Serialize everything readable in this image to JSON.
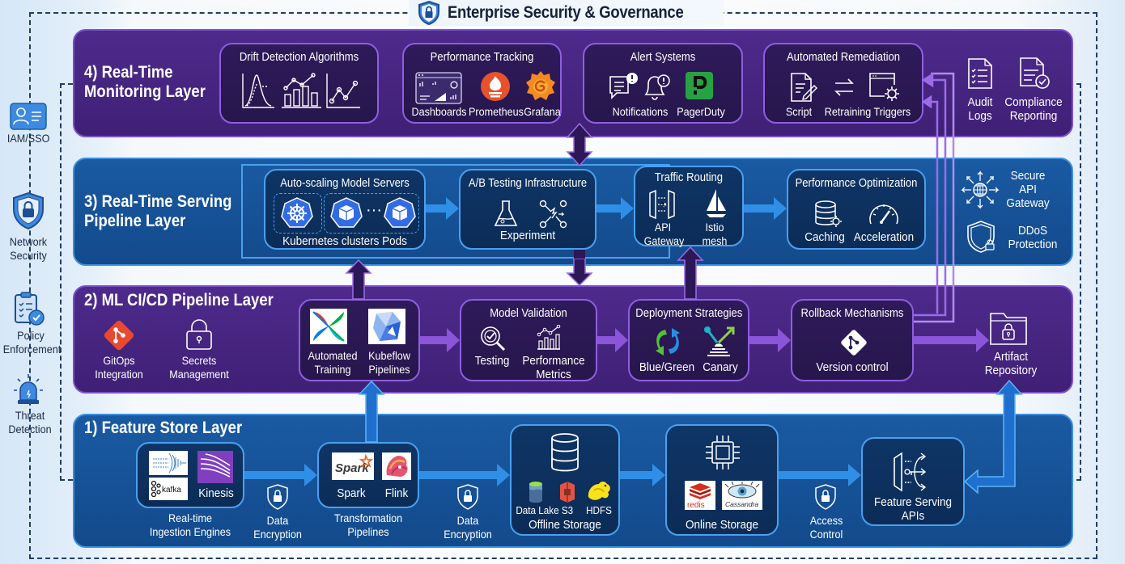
{
  "title": "Enterprise Security & Governance",
  "colors": {
    "purple_layer": "#4e2a8c",
    "blue_layer": "#1a5aa2",
    "arrow_blue": "#2f8fe6",
    "arrow_purple": "#8a55d8",
    "dashed_frame": "#1f3d66"
  },
  "left_sidebar": [
    {
      "icon": "iam-badge-icon",
      "label": "IAM/SSO"
    },
    {
      "icon": "shield-lock-icon",
      "label_line1": "Network",
      "label_line2": "Security"
    },
    {
      "icon": "clipboard-check-icon",
      "label_line1": "Policy",
      "label_line2": "Enforcement"
    },
    {
      "icon": "alarm-siren-icon",
      "label_line1": "Threat",
      "label_line2": "Detection"
    }
  ],
  "layers": {
    "monitoring": {
      "title_line1": "4) Real-Time",
      "title_line2": "Monitoring Layer",
      "boxes": {
        "drift": {
          "title": "Drift Detection Algorithms"
        },
        "performance": {
          "title": "Performance Tracking",
          "items": [
            "Dashboards",
            "Prometheus",
            "Grafana"
          ]
        },
        "alerts": {
          "title": "Alert Systems",
          "items": [
            "Notifications",
            "PagerDuty"
          ]
        },
        "remediation": {
          "title": "Automated Remediation",
          "items": [
            "Script",
            "Retraining Triggers"
          ]
        }
      },
      "side_items": [
        {
          "line1": "Audit",
          "line2": "Logs"
        },
        {
          "line1": "Compliance",
          "line2": "Reporting"
        }
      ]
    },
    "serving": {
      "title_line1": "3) Real-Time Serving",
      "title_line2": "Pipeline Layer",
      "boxes": {
        "autoscaling": {
          "title": "Auto-scaling Model Servers",
          "footer": "Kubernetes clusters Pods",
          "ellipsis": "···"
        },
        "ab_testing": {
          "title": "A/B Testing Infrastructure",
          "footer": "Experiment"
        },
        "traffic": {
          "title": "Traffic Routing",
          "items": [
            {
              "line1": "API",
              "line2": "Gateway"
            },
            {
              "line1": "Istio",
              "line2": "mesh"
            }
          ]
        },
        "optimization": {
          "title": "Performance Optimization",
          "items": [
            "Caching",
            "Acceleration"
          ]
        }
      },
      "side_items": [
        {
          "line1": "Secure",
          "line2": "API",
          "line3": "Gateway"
        },
        {
          "line1": "DDoS",
          "line2": "Protection"
        }
      ]
    },
    "cicd": {
      "title": "2) ML CI/CD Pipeline Layer",
      "left_items": [
        {
          "line1": "GitOps",
          "line2": "Integration"
        },
        {
          "line1": "Secrets",
          "line2": "Management"
        }
      ],
      "boxes": {
        "training": {
          "items": [
            {
              "line1": "Automated",
              "line2": "Training"
            },
            {
              "line1": "Kubeflow",
              "line2": "Pipelines"
            }
          ]
        },
        "validation": {
          "title": "Model Validation",
          "items": [
            {
              "line1": "Testing"
            },
            {
              "line1": "Performance",
              "line2": "Metrics"
            }
          ]
        },
        "deployment": {
          "title": "Deployment Strategies",
          "items": [
            "Blue/Green",
            "Canary"
          ]
        },
        "rollback": {
          "title": "Rollback Mechanisms",
          "footer": "Version control"
        }
      },
      "artifact": {
        "line1": "Artifact",
        "line2": "Repository"
      }
    },
    "feature_store": {
      "title": "1) Feature Store Layer",
      "boxes": {
        "ingestion": {
          "logos": [
            "kafka",
            "Kinesis"
          ],
          "caption_line1": "Real-time",
          "caption_line2": "Ingestion Engines"
        },
        "transformation": {
          "logos": [
            "Spark",
            "Flink"
          ],
          "caption_line1": "Transformation",
          "caption_line2": "Pipelines"
        },
        "offline": {
          "items": [
            "Data Lake",
            "S3",
            "HDFS"
          ],
          "footer": "Offline Storage"
        },
        "online": {
          "logos": [
            "redis",
            "Cassandra"
          ],
          "footer": "Online Storage"
        },
        "serving_apis": {
          "line1": "Feature Serving",
          "line2": "APIs"
        }
      },
      "security_labels": [
        {
          "line1": "Data",
          "line2": "Encryption"
        },
        {
          "line1": "Data",
          "line2": "Encryption"
        },
        {
          "line1": "Access",
          "line2": "Control"
        }
      ]
    }
  }
}
